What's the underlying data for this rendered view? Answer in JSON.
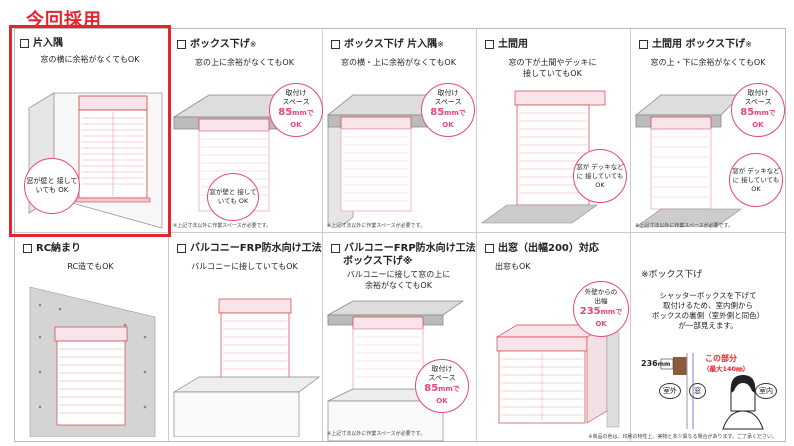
{
  "banner": "今回採用",
  "cells": [
    {
      "title": "片入隅",
      "desc": "窓の横に余裕がなくてもOK",
      "bubble": "窓が壁と\n接していても\nOK"
    },
    {
      "title": "ボックス下げ",
      "title_suffix": "※",
      "desc": "窓の上に余裕がなくてもOK",
      "bubble_top": "取付け\nスペース",
      "bubble_big": "85",
      "bubble_unit": "mm",
      "bubble_tail": "で\nOK",
      "bubble2": "窓が壁と\n接していても\nOK",
      "note": "※上記寸法以外に作業スペースが必要です。"
    },
    {
      "title": "ボックス下げ 片入隅",
      "title_suffix": "※",
      "desc": "窓の横・上に余裕がなくてもOK",
      "bubble_top": "取付け\nスペース",
      "bubble_big": "85",
      "bubble_unit": "mm",
      "bubble_tail": "で\nOK",
      "note": "※上記寸法以外に作業スペースが必要です。"
    },
    {
      "title": "土間用",
      "desc": "窓の下が土間やデッキに\n接していてもOK",
      "bubble": "窓が\nデッキなどに\n接していても\nOK"
    },
    {
      "title": "土間用 ボックス下げ",
      "title_suffix": "※",
      "desc": "窓の上・下に余裕がなくてもOK",
      "bubble_top": "取付け\nスペース",
      "bubble_big": "85",
      "bubble_unit": "mm",
      "bubble_tail": "で\nOK",
      "bubble2": "窓が\nデッキなどに\n接していても\nOK",
      "note": "※上記寸法以外に作業スペースが必要です。"
    },
    {
      "title": "RC納まり",
      "desc": "RC造でもOK"
    },
    {
      "title": "バルコニーFRP防水向け工法",
      "desc": "バルコニーに接していてもOK"
    },
    {
      "title": "バルコニーFRP防水向け工法",
      "title2": "ボックス下げ",
      "title_suffix": "※",
      "desc": "バルコニーに接して窓の上に\n余裕がなくてもOK",
      "bubble_top": "取付け\nスペース",
      "bubble_big": "85",
      "bubble_unit": "mm",
      "bubble_tail": "で\nOK",
      "note": "※上記寸法以外に作業スペースが必要です。"
    },
    {
      "title": "出窓（出幅200）対応",
      "desc": "出窓もOK",
      "bubble_top": "外壁からの\n出幅",
      "bubble_big": "235",
      "bubble_unit": "mm",
      "bubble_tail": "で\nOK"
    },
    {
      "title": "※ボックス下げ",
      "desc": "シャッターボックスを下げて\n取付けるため、室内側から\nボックスの裏側（室外側と同色）\nが一部見えます。",
      "dim": "236",
      "dim_unit": "mm",
      "part": "この部分",
      "part_sub": "（最大140㎜）",
      "label_out": "室外",
      "label_win": "窓",
      "label_in": "室内"
    }
  ],
  "footnote": "※商品の色は、印刷の特性上、実物と多少異なる場合があります。ご了承ください。",
  "colors": {
    "accent": "#e8232e",
    "pink": "#e8467c"
  }
}
